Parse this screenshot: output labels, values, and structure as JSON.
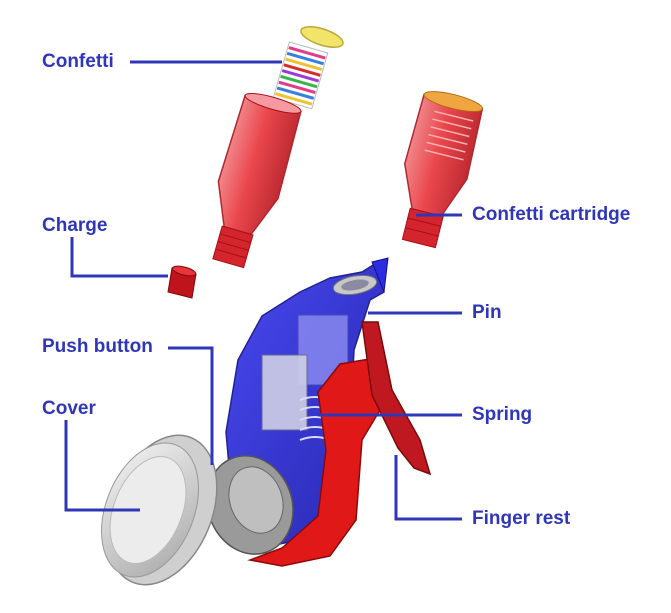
{
  "diagram": {
    "label_color": "#2f37b8",
    "leader_color": "#2f37b8",
    "labels": [
      {
        "id": "confetti",
        "text": "Confetti"
      },
      {
        "id": "charge",
        "text": "Charge"
      },
      {
        "id": "push-button",
        "text": "Push button"
      },
      {
        "id": "cover",
        "text": "Cover"
      },
      {
        "id": "confetti-cartridge",
        "text": "Confetti cartridge"
      },
      {
        "id": "pin",
        "text": "Pin"
      },
      {
        "id": "spring",
        "text": "Spring"
      },
      {
        "id": "finger-rest",
        "text": "Finger rest"
      }
    ],
    "part_colors": {
      "cartridge_red": "#e8343a",
      "body_blue": "#2222d8",
      "finger_rest_red": "#e01818",
      "cover_gray": "#d9d9d9",
      "cap_yellow": "#f2e36a",
      "cap_orange": "#f0a640"
    }
  }
}
